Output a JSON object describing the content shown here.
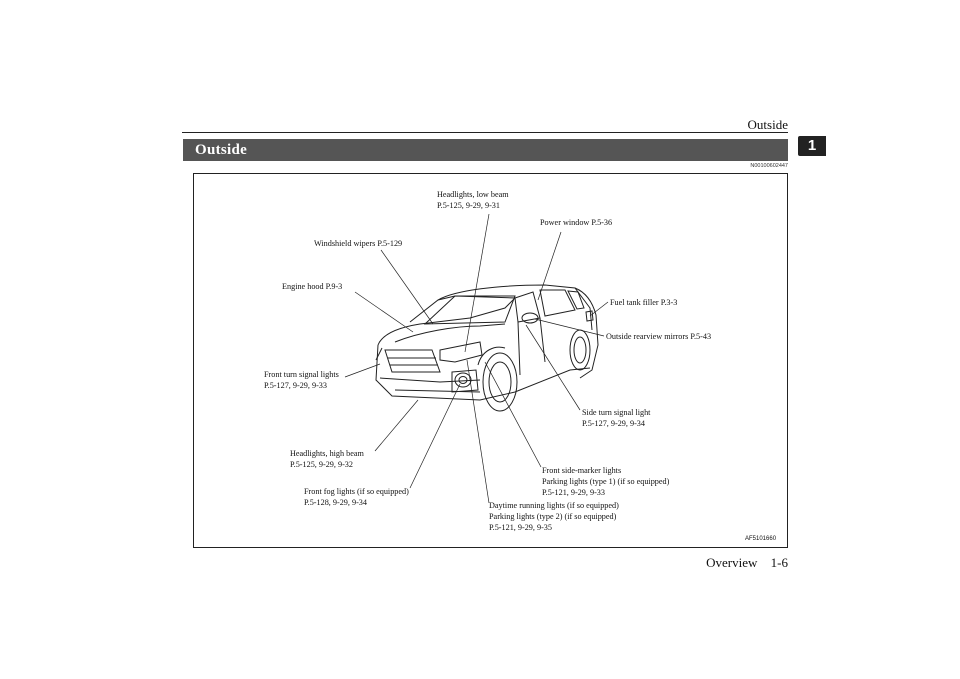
{
  "header": {
    "title": "Outside",
    "chapter_number": "1"
  },
  "section": {
    "title": "Outside",
    "ref_code": "N00100602447"
  },
  "figure": {
    "code": "AF5101660",
    "labels": {
      "headlights_low_beam": {
        "line1": "Headlights, low beam",
        "line2": "P.5-125, 9-29, 9-31"
      },
      "power_window": "Power window P.5-36",
      "windshield_wipers": "Windshield wipers P.5-129",
      "engine_hood": "Engine hood P.9-3",
      "fuel_tank_filler": "Fuel tank filler P.3-3",
      "outside_mirrors": "Outside rearview mirrors P.5-43",
      "front_turn_signal": {
        "line1": "Front turn signal lights",
        "line2": "P.5-127, 9-29, 9-33"
      },
      "side_turn_signal": {
        "line1": "Side turn signal light",
        "line2": "P.5-127, 9-29, 9-34"
      },
      "headlights_high_beam": {
        "line1": "Headlights, high beam",
        "line2": "P.5-125, 9-29, 9-32"
      },
      "front_side_marker": {
        "line1": "Front side-marker lights",
        "line2": "Parking lights (type 1) (if so equipped)",
        "line3": "P.5-121, 9-29, 9-33"
      },
      "front_fog": {
        "line1": "Front fog lights (if so equipped)",
        "line2": "P.5-128, 9-29, 9-34"
      },
      "daytime_running": {
        "line1": "Daytime running lights (if so equipped)",
        "line2": "Parking lights (type 2) (if so equipped)",
        "line3": "P.5-121, 9-29, 9-35"
      }
    }
  },
  "footer": {
    "section": "Overview",
    "page": "1-6"
  }
}
